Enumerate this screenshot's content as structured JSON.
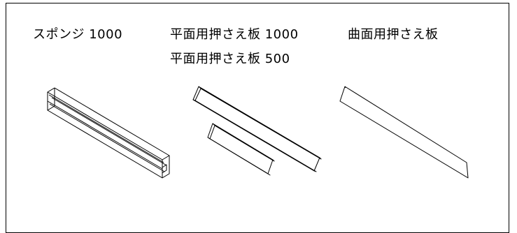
{
  "labels": {
    "sponge_1000": "スポンジ 1000",
    "flat_plate_1000": "平面用押さえ板 1000",
    "flat_plate_500": "平面用押さえ板 500",
    "curved_plate": "曲面用押さえ板"
  }
}
